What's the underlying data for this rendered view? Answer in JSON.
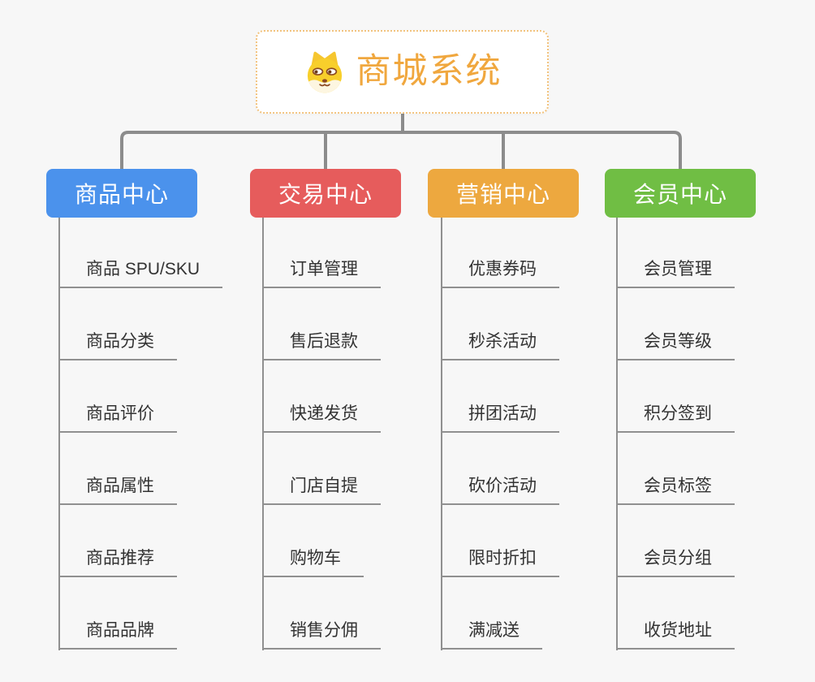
{
  "root": {
    "title": "商城系统",
    "icon": "shiba-dog-icon"
  },
  "colors": {
    "background": "#F7F7F7",
    "connector": "#8C8C8C",
    "trunk_line": "#909090",
    "root_border": "#F2C37E",
    "root_title": "#F0A73E",
    "leaf_text": "#333333"
  },
  "branches": [
    {
      "label": "商品中心",
      "color": "#4B92EC",
      "items": [
        "商品 SPU/SKU",
        "商品分类",
        "商品评价",
        "商品属性",
        "商品推荐",
        "商品品牌"
      ]
    },
    {
      "label": "交易中心",
      "color": "#E65C5C",
      "items": [
        "订单管理",
        "售后退款",
        "快递发货",
        "门店自提",
        "购物车",
        "销售分佣"
      ]
    },
    {
      "label": "营销中心",
      "color": "#EDA83F",
      "items": [
        "优惠券码",
        "秒杀活动",
        "拼团活动",
        "砍价活动",
        "限时折扣",
        "满减送"
      ]
    },
    {
      "label": "会员中心",
      "color": "#70BE44",
      "items": [
        "会员管理",
        "会员等级",
        "积分签到",
        "会员标签",
        "会员分组",
        "收货地址"
      ]
    }
  ]
}
